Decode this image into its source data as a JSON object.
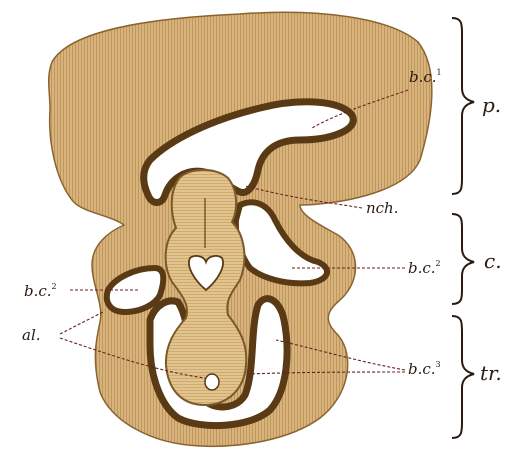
{
  "colors": {
    "tissue": "#d6b27a",
    "tissue_dark": "#c39a5c",
    "outline": "#6b4a1c",
    "cavity": "#ffffff",
    "label_ink": "#2a1a10",
    "leader_ink": "#6b1f1f"
  },
  "labels": {
    "bc1": {
      "base": "b.c.",
      "sup": "1"
    },
    "bc2": {
      "base": "b.c.",
      "sup": "2"
    },
    "bc2_left": {
      "base": "b.c.",
      "sup": "2"
    },
    "bc3": {
      "base": "b.c.",
      "sup": "3"
    },
    "nch": "nch.",
    "al": "al.",
    "region_p": "p.",
    "region_c": "c.",
    "region_tr": "tr."
  }
}
